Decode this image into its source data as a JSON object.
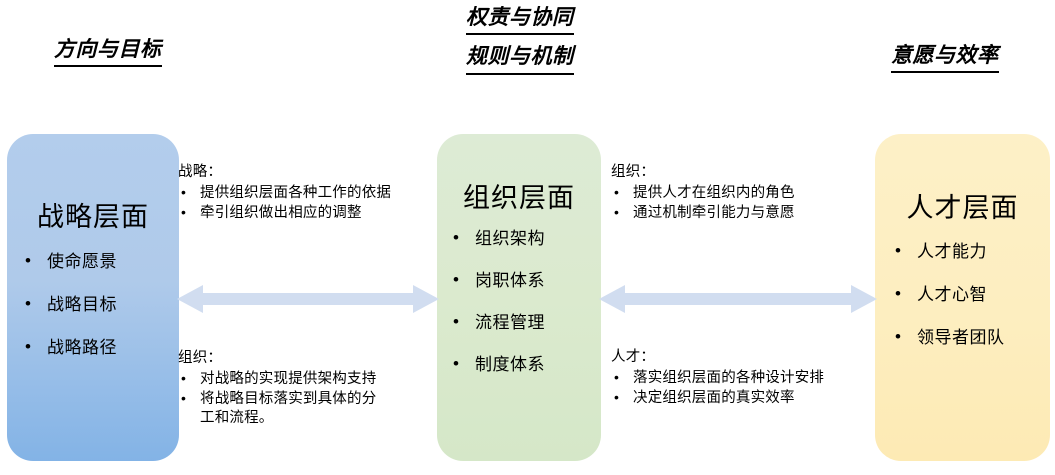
{
  "headings": {
    "left": "方向与目标",
    "center_line1": "权责与协同",
    "center_line2": "规则与机制",
    "right": "意愿与效率"
  },
  "colors": {
    "strategy_box": "#AFCAEA",
    "organization_box": "#DDEBD5",
    "talent_box": "#FDEFC4",
    "arrow": "#D1DDF0",
    "text": "#000000"
  },
  "pillars": [
    {
      "id": "strategy",
      "title": "战略层面",
      "items": [
        "使命愿景",
        "战略目标",
        "战略路径"
      ]
    },
    {
      "id": "organization",
      "title": "组织层面",
      "items": [
        "组织架构",
        "岗职体系",
        "流程管理",
        "制度体系"
      ]
    },
    {
      "id": "talent",
      "title": "人才层面",
      "items": [
        "人才能力",
        "人才心智",
        "领导者团队"
      ]
    }
  ],
  "annotations": {
    "strategy_down": {
      "lead": "战略：",
      "items": [
        "提供组织层面各种工作的依据",
        "牵引组织做出相应的调整"
      ]
    },
    "organization_up": {
      "lead": "组织：",
      "items": [
        "对战略的实现提供架构支持",
        "将战略目标落实到具体的分"
      ],
      "item2_wrap": "工和流程。"
    },
    "organization_down": {
      "lead": "组织：",
      "items": [
        "提供人才在组织内的角色",
        "通过机制牵引能力与意愿"
      ]
    },
    "talent_up": {
      "lead": "人才：",
      "items": [
        "落实组织层面的各种设计安排",
        "决定组织层面的真实效率"
      ]
    }
  },
  "arrows": [
    {
      "id": "strategy-organization",
      "direction": "both"
    },
    {
      "id": "organization-talent",
      "direction": "both"
    }
  ]
}
